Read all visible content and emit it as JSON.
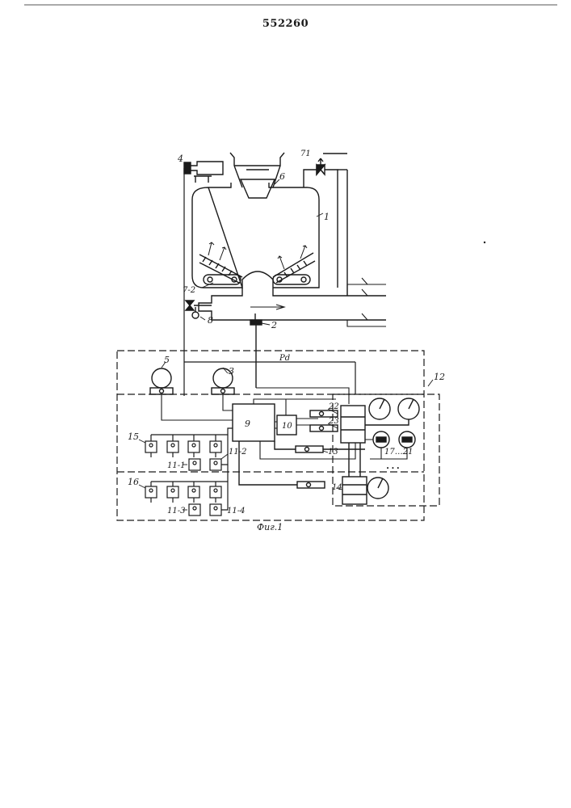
{
  "document": {
    "patent_number": "552260",
    "figure_caption": "Фиг.1"
  },
  "diagram": {
    "labels": {
      "sensor_top": "4",
      "feeder": "6",
      "valve_top": "71",
      "tank": "1",
      "valve_side": "7-2",
      "valve_low": "8",
      "sensor_low": "2",
      "pd": "Pd",
      "gauge_left": "5",
      "gauge_right": "3",
      "block_main": "9",
      "block_ctrl": "10",
      "panel": "12",
      "group_a": "15",
      "group_b": "16",
      "unit_11_1": "11-1",
      "unit_11_2": "11-2",
      "unit_11_3": "11-3",
      "unit_11_4": "11-4",
      "item_22": "22",
      "item_23": "23",
      "item_13": "13",
      "item_14": "14",
      "range_17_21": "17…21",
      "dots": "• • •"
    }
  }
}
